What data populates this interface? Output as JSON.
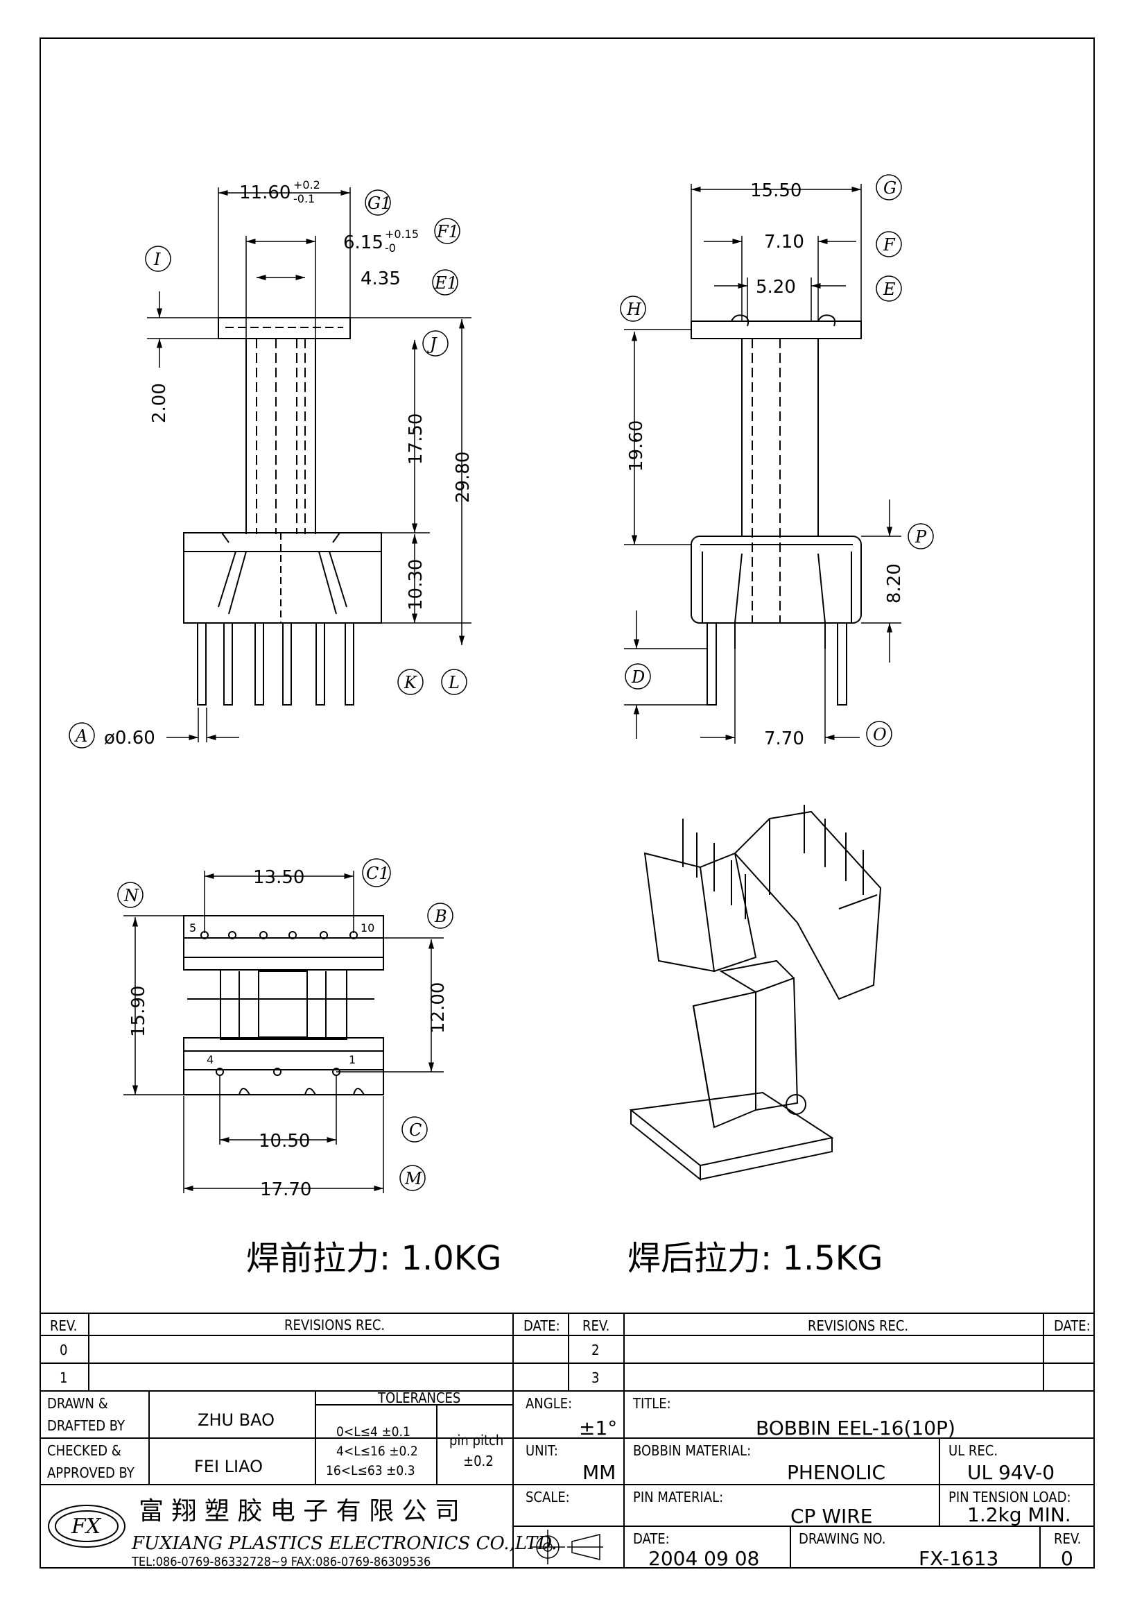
{
  "drawing": {
    "front_view": {
      "dims": {
        "width_top": "11.60",
        "width_top_tol_plus": "+0.2",
        "width_top_tol_minus": "-0.1",
        "core": "6.15",
        "core_tol_plus": "+0.15",
        "core_tol_minus": "-0",
        "inner": "4.35",
        "flange": "2.00",
        "winding": "17.50",
        "height": "29.80",
        "base": "10.30",
        "pin_dia": "ø0.60"
      },
      "labels": {
        "G1": "G1",
        "F1": "F1",
        "E1": "E1",
        "I": "I",
        "J": "J",
        "K": "K",
        "L": "L",
        "A": "A"
      }
    },
    "side_view": {
      "dims": {
        "width": "15.50",
        "f": "7.10",
        "e": "5.20",
        "h": "19.60",
        "p": "8.20",
        "o": "7.70"
      },
      "labels": {
        "G": "G",
        "F": "F",
        "E": "E",
        "H": "H",
        "P": "P",
        "D": "D",
        "O": "O"
      }
    },
    "bottom_view": {
      "dims": {
        "c1": "13.50",
        "n": "15.90",
        "b": "12.00",
        "c": "10.50",
        "m": "17.70"
      },
      "labels": {
        "C1": "C1",
        "N": "N",
        "B": "B",
        "C": "C",
        "M": "M"
      },
      "pins": {
        "p5": "5",
        "p10": "10",
        "p4": "4",
        "p1": "1"
      }
    },
    "pull_force": {
      "before": "焊前拉力:  1.0KG",
      "after": "焊后拉力:  1.5KG"
    }
  },
  "title_block": {
    "rev_header": "REV.",
    "revisions_header": "REVISIONS   REC.",
    "date_header": "DATE:",
    "rev_rows_left": [
      "0",
      "1"
    ],
    "rev_rows_right": [
      "2",
      "3"
    ],
    "drawn_label_1": "DRAWN  &",
    "drawn_label_2": "DRAFTED  BY",
    "drawn_by": "ZHU BAO",
    "checked_label_1": "CHECKED  &",
    "checked_label_2": "APPROVED  BY",
    "checked_by": "FEI LIAO",
    "tolerances_label": "TOLERANCES",
    "tol_1": "0<L≤4    ±0.1",
    "tol_2": "4<L≤16  ±0.2",
    "tol_3": "16<L≤63  ±0.3",
    "pin_pitch_label": "pin pitch",
    "pin_pitch_value": "±0.2",
    "angle_label": "ANGLE:",
    "angle_value": "±1°",
    "unit_label": "UNIT:",
    "unit_value": "MM",
    "scale_label": "SCALE:",
    "title_label": "TITLE:",
    "title_value": "BOBBIN  EEL-16(10P)",
    "bobbin_material_label": "BOBBIN  MATERIAL:",
    "bobbin_material_value": "PHENOLIC",
    "ul_label": "UL  REC.",
    "ul_value": "UL  94V-0",
    "pin_material_label": "PIN  MATERIAL:",
    "pin_material_value": "CP  WIRE",
    "pin_tension_label": "PIN  TENSION  LOAD:",
    "pin_tension_value": "1.2kg  MIN.",
    "date_label": "DATE:",
    "date_value": "2004  09  08",
    "drawing_no_label": "DRAWING  NO.",
    "drawing_no_value": "FX-1613",
    "rev_label": "REV.",
    "rev_value": "0",
    "company_cn": "富 翔 塑 胶 电 子 有 限 公 司",
    "company_en": "FUXIANG  PLASTICS  ELECTRONICS  CO.,LTD.",
    "contact": "TEL:086-0769-86332728~9   FAX:086-0769-86309536",
    "logo_text": "FX"
  }
}
